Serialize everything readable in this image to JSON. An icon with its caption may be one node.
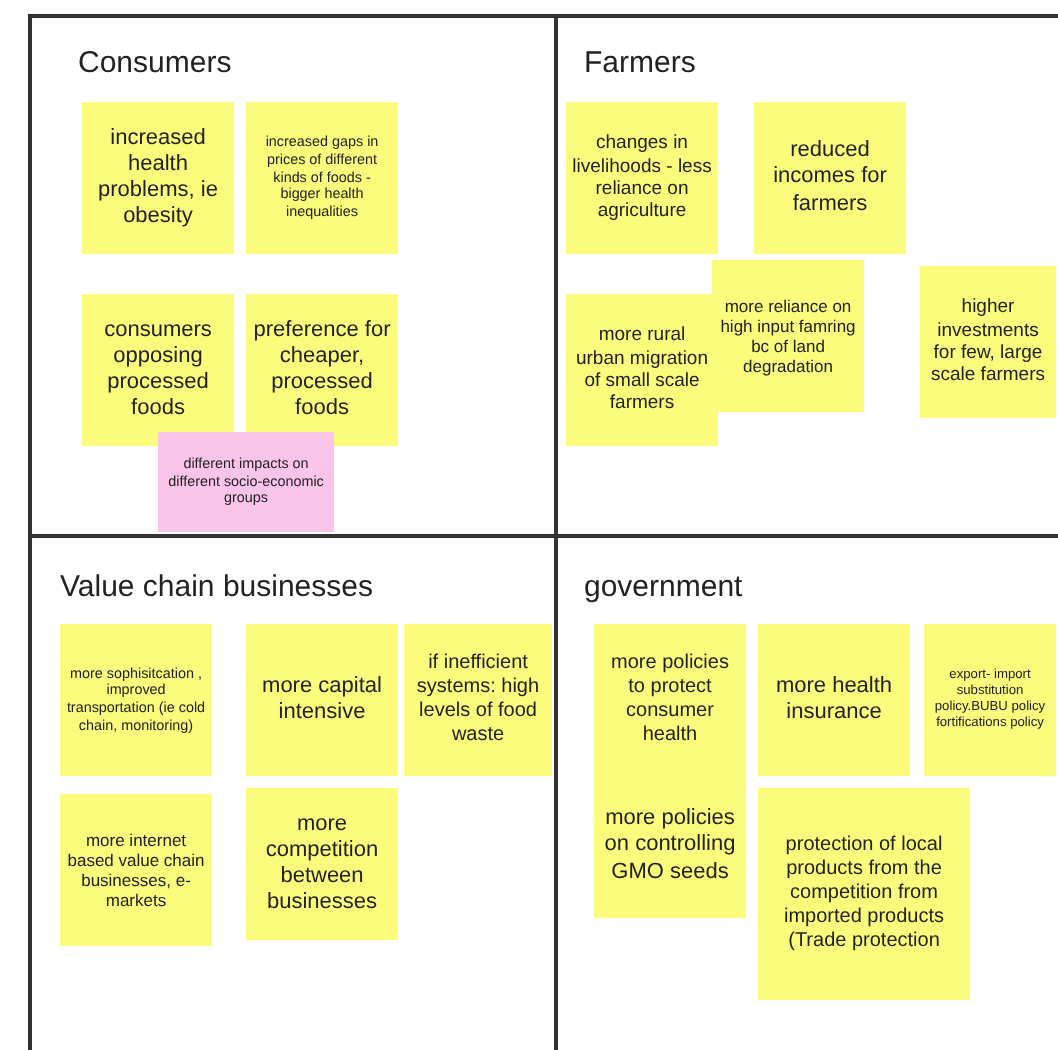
{
  "diagram": {
    "nodes": [
      {
        "text": [
          "Consumers"
        ]
      },
      {
        "text": [
          "increased health problems, ie obesity"
        ],
        "in": 0
      },
      {
        "text": [
          "increased gaps in prices of different kinds of foods - bigger health inequalities"
        ],
        "in": 0
      },
      {
        "text": [
          "consumers opposing processed foods"
        ],
        "in": 0
      },
      {
        "text": [
          "preference for cheaper, processed foods"
        ],
        "in": 0
      },
      {
        "text": [
          "different impacts on different socio-economic groups"
        ],
        "in": 0
      },
      {
        "text": [
          "Farmers"
        ]
      },
      {
        "text": [
          "changes in livelihoods - less reliance on agriculture"
        ],
        "in": 6
      },
      {
        "text": [
          "reduced incomes for farmers"
        ],
        "in": 6
      },
      {
        "text": [
          "more rural urban migration of small scale farmers"
        ],
        "in": 6
      },
      {
        "text": [
          "more reliance on high input famring bc of land degradation"
        ],
        "in": 6
      },
      {
        "text": [
          "higher investments for few, large scale farmers"
        ],
        "in": 6
      },
      {
        "text": [
          "Value chain businesses"
        ]
      },
      {
        "text": [
          "more sophisitcation , improved transportation (ie cold chain, monitoring)"
        ],
        "in": 12
      },
      {
        "text": [
          "more capital intensive"
        ],
        "in": 12
      },
      {
        "text": [
          "if inefficient systems: high levels of food waste"
        ],
        "in": 12
      },
      {
        "text": [
          "more internet based value chain businesses, e-markets"
        ],
        "in": 12
      },
      {
        "text": [
          "more competition between businesses"
        ],
        "in": 12
      },
      {
        "text": [
          "government"
        ]
      },
      {
        "text": [
          "more policies to protect consumer health"
        ],
        "in": 18
      },
      {
        "text": [
          "more health insurance"
        ],
        "in": 18
      },
      {
        "text": [
          "export- import substitution policy.BUBU policy fortifications policy"
        ],
        "in": 18
      },
      {
        "text": [
          "more policies on controlling GMO seeds"
        ],
        "in": 18
      },
      {
        "text": [
          "protection of  local products from the competition from imported products (Trade protection"
        ],
        "in": 18
      }
    ],
    "edges": []
  }
}
